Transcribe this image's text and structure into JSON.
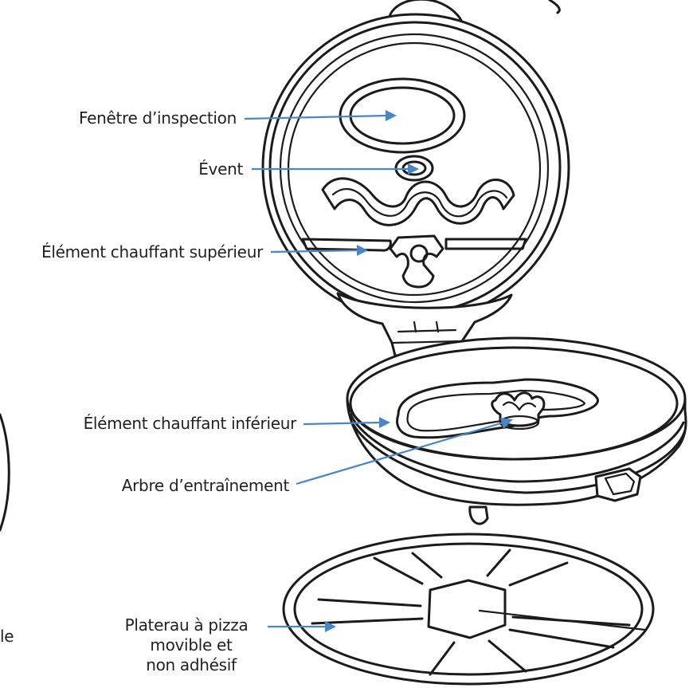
{
  "labels": {
    "inspection_window": "Fenêtre d’inspection",
    "vent": "Évent",
    "upper_heating_element": "Élément chauffant supérieur",
    "lower_heating_element": "Élément chauffant inférieur",
    "drive_shaft": "Arbre d’entraînement",
    "pizza_tray_line1": "Platerau à pizza",
    "pizza_tray_line2": "movible et",
    "pizza_tray_line3": "non adhésif",
    "cropped_left_fragment": "le"
  },
  "colors": {
    "line_art": "#1b1b1b",
    "leader_lines": "#4a86c5",
    "label_text": "#231f20",
    "background": "#ffffff"
  }
}
